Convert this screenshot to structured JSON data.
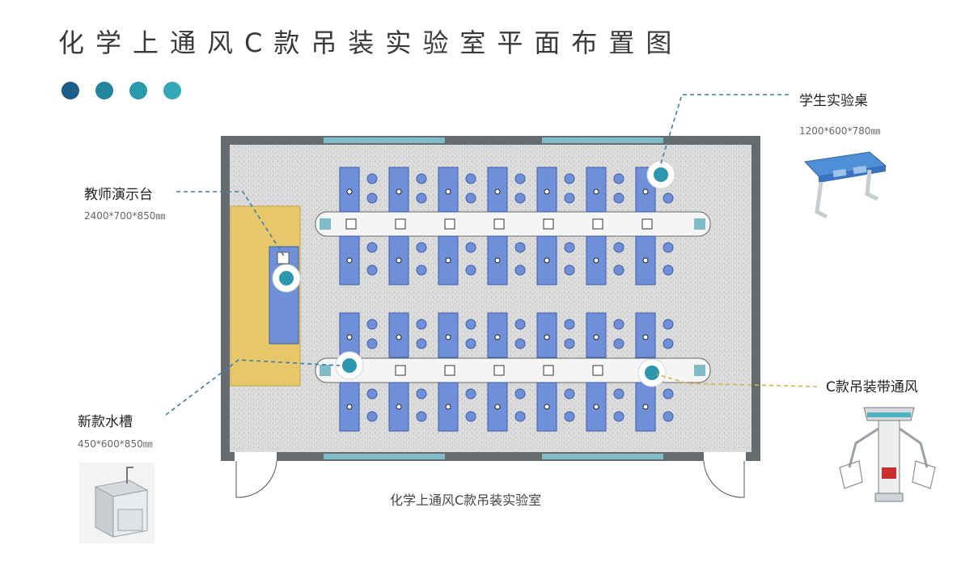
{
  "title": "化学上通风C款吊装实验室平面布置图",
  "dot_colors": [
    "#1c5d8a",
    "#23849e",
    "#2b9aae",
    "#35a8b8"
  ],
  "callouts": {
    "teacher_desk": {
      "label": "教师演示台",
      "spec": "2400*700*850㎜"
    },
    "student_desk": {
      "label": "学生实验桌",
      "spec": "1200*600*780㎜"
    },
    "sink": {
      "label": "新款水槽",
      "spec": "450*600*850㎜"
    },
    "ventilation": {
      "label": "C款吊装带通风"
    }
  },
  "caption": "化学上通风C款吊装实验室",
  "colors": {
    "desk_blue": "#6f8fd8",
    "floor": "#d8d8d8",
    "wall": "#666b70",
    "window": "#7dbcc8",
    "teacher_yellow": "#e8c76a",
    "leader_blue": "#3a7fa6",
    "leader_yellow": "#d9b24a"
  }
}
